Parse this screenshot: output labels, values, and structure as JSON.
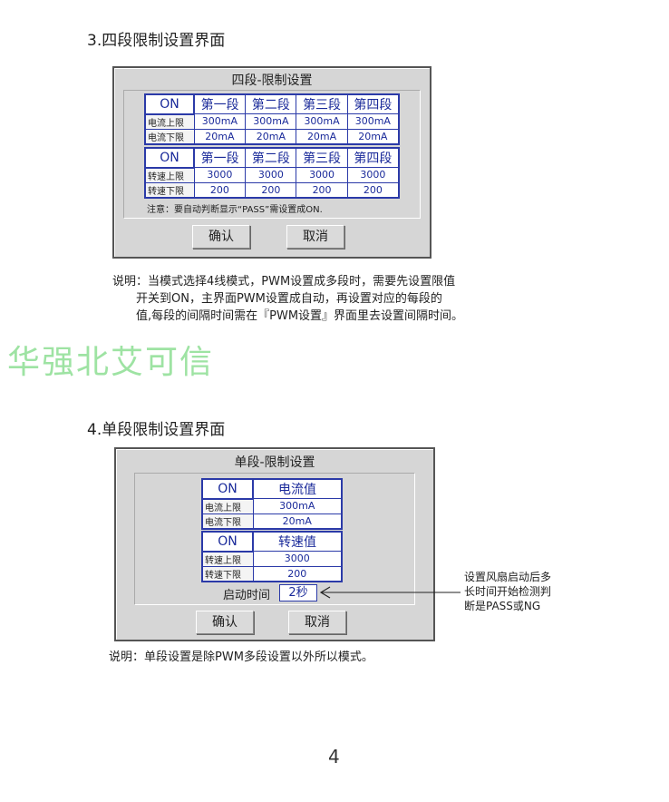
{
  "section3": {
    "heading": "3.四段限制设置界面",
    "dialog": {
      "title": "四段-限制设置",
      "current_table": {
        "on": "ON",
        "headers": [
          "第一段",
          "第二段",
          "第三段",
          "第四段"
        ],
        "rows": [
          {
            "label": "电流上限",
            "values": [
              "300mA",
              "300mA",
              "300mA",
              "300mA"
            ]
          },
          {
            "label": "电流下限",
            "values": [
              "20mA",
              "20mA",
              "20mA",
              "20mA"
            ]
          }
        ]
      },
      "speed_table": {
        "on": "ON",
        "headers": [
          "第一段",
          "第二段",
          "第三段",
          "第四段"
        ],
        "rows": [
          {
            "label": "转速上限",
            "values": [
              "3000",
              "3000",
              "3000",
              "3000"
            ]
          },
          {
            "label": "转速下限",
            "values": [
              "200",
              "200",
              "200",
              "200"
            ]
          }
        ]
      },
      "note": "注意：要自动判断显示“PASS”需设置成ON.",
      "confirm": "确认",
      "cancel": "取消"
    },
    "explanation": [
      "说明：当模式选择4线模式，PWM设置成多段时，需要先设置限值",
      "开关到ON，主界面PWM设置成自动，再设置对应的每段的",
      "值,每段的间隔时间需在『PWM设置』界面里去设置间隔时间。"
    ]
  },
  "watermark": "华强北艾可信",
  "section4": {
    "heading": "4.单段限制设置界面",
    "dialog": {
      "title": "单段-限制设置",
      "current_table": {
        "on": "ON",
        "header": "电流值",
        "rows": [
          {
            "label": "电流上限",
            "value": "300mA"
          },
          {
            "label": "电流下限",
            "value": "20mA"
          }
        ]
      },
      "speed_table": {
        "on": "ON",
        "header": "转速值",
        "rows": [
          {
            "label": "转速上限",
            "value": "3000"
          },
          {
            "label": "转速下限",
            "value": "200"
          }
        ]
      },
      "start_time_label": "启动时间",
      "start_time_value": "2秒",
      "confirm": "确认",
      "cancel": "取消"
    },
    "annotation": [
      "设置风扇启动后多",
      "长时间开始检测判",
      "断是PASS或NG"
    ],
    "explanation": "说明：单段设置是除PWM多段设置以外所以模式。"
  },
  "page_number": "4"
}
